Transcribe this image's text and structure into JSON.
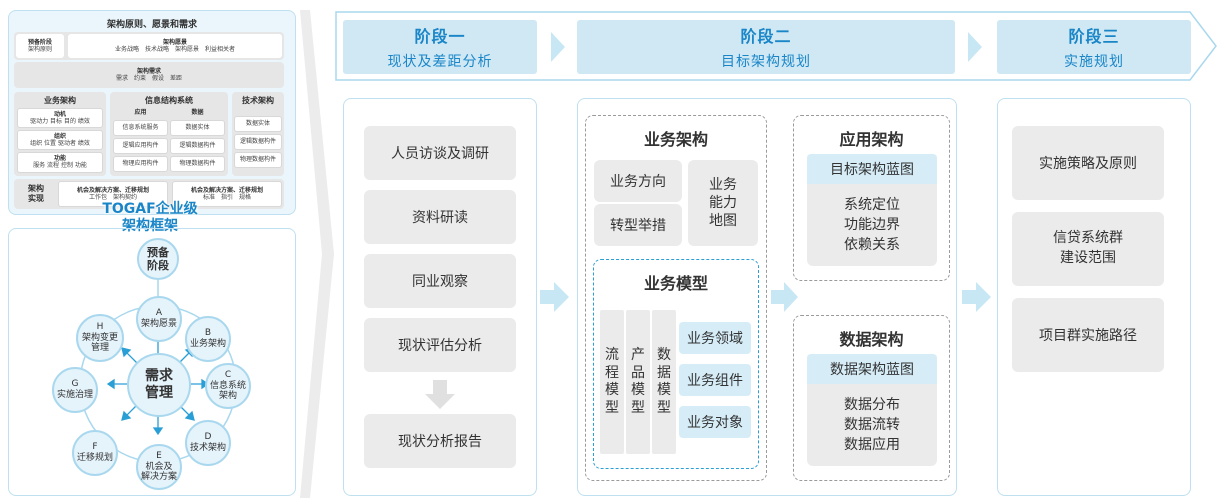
{
  "togaf": {
    "top_title": "架构原则、愿景和需求",
    "prelim_label": "预备阶段",
    "prelim_sub": "架构原则",
    "vision_label": "架构愿景",
    "vision_items": "业务战略　技术战略　架构愿景　利益相关者",
    "req_label": "架构需求",
    "req_items": "需求　约束　假设　差距",
    "biz_title": "业务架构",
    "biz_drive": "动机",
    "biz_drive_items": "驱动力 目标 目的 绩效",
    "biz_org": "组织",
    "biz_org_items": "组织 位置 驱动者 绩效",
    "biz_func": "功能",
    "biz_func_items": "服务 流程 控制 功能",
    "info_title": "信息结构系统",
    "info_app": "应用",
    "info_data": "数据",
    "info_r1a": "信息系统服务",
    "info_r1b": "数据实体",
    "info_r2a": "逻辑应用构件",
    "info_r2b": "逻辑数据构件",
    "info_r3a": "物理应用构件",
    "info_r3b": "物理数据构件",
    "tech_title": "技术架构",
    "tech_r1": "数据实体",
    "tech_r2": "逻辑数据构件",
    "tech_r3": "物理数据构件",
    "impl_label": "架构\n实现",
    "impl1_title": "机会及解决方案、迁移规划",
    "impl1_items": "工作包　架构契约",
    "impl2_title": "机会及解决方案、迁移规划",
    "impl2_items": "标准　指引　规格",
    "framework_title": "TOGAF企业级\n架构框架"
  },
  "cycle": {
    "prelim": "预备\n阶段",
    "center": "需求\n管理",
    "a": "A\n架构愿景",
    "b": "B\n业务架构",
    "c": "C\n信息系统\n架构",
    "d": "D\n技术架构",
    "e": "E\n机会及\n解决方案",
    "f": "F\n迁移规划",
    "g": "G\n实施治理",
    "h": "H\n架构变更\n管理"
  },
  "stages": [
    {
      "title": "阶段一",
      "subtitle": "现状及差距分析"
    },
    {
      "title": "阶段二",
      "subtitle": "目标架构规划"
    },
    {
      "title": "阶段三",
      "subtitle": "实施规划"
    }
  ],
  "stage1_items": [
    "人员访谈及调研",
    "资料研读",
    "同业观察",
    "现状评估分析"
  ],
  "stage1_result": "现状分析报告",
  "stage2": {
    "biz_arch_title": "业务架构",
    "biz_direction": "业务方向",
    "biz_transform": "转型举措",
    "biz_capability": "业务\n能力\n地图",
    "biz_model_title": "业务模型",
    "model_cols": [
      "流\n程\n模\n型",
      "产\n品\n模\n型",
      "数\n据\n模\n型"
    ],
    "model_items": [
      "业务领域",
      "业务组件",
      "业务对象"
    ],
    "app_title": "应用架构",
    "app_blueprint": "目标架构蓝图",
    "app_items": "系统定位\n功能边界\n依赖关系",
    "data_title": "数据架构",
    "data_blueprint": "数据架构蓝图",
    "data_items": "数据分布\n数据流转\n数据应用"
  },
  "stage3_items": [
    "实施策略及原则",
    "信贷系统群\n建设范围",
    "项目群实施路径"
  ],
  "colors": {
    "accent": "#1a86c8",
    "light": "#cfe8f4",
    "grey": "#ebebeb"
  }
}
